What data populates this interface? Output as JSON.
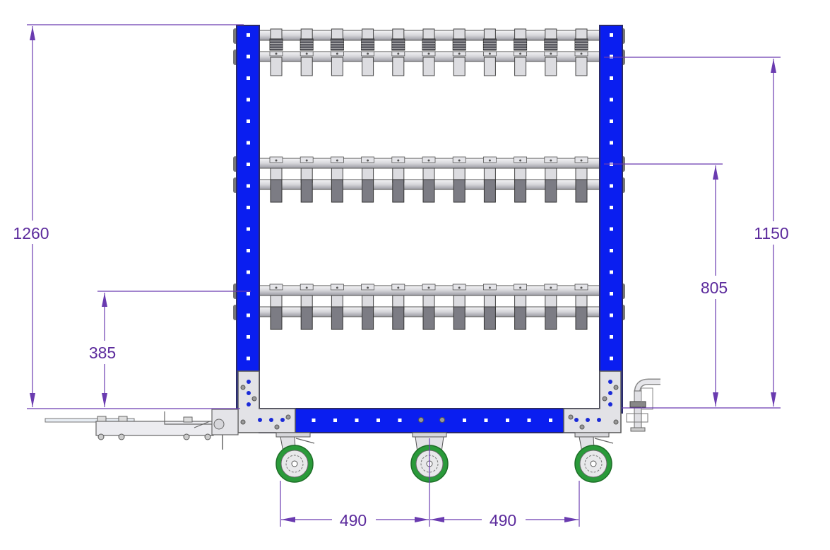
{
  "drawing": {
    "view": "front elevation",
    "units": "mm",
    "colors": {
      "frame": "#0a1ef0",
      "frame_edge": "#2a2a6a",
      "dimension": "#6a3bb0",
      "dimension_text": "#5b2a9c",
      "wheel": "#2a9a3a",
      "steel": "#d8d8dc",
      "holder_dark": "#7c7c84",
      "holder_light": "#dcdce0"
    },
    "dimensions": {
      "overall_height": "1260",
      "bottom_shelf_height": "385",
      "middle_shelf_height": "805",
      "top_shelf_height": "1150",
      "caster_spacing_left": "490",
      "caster_spacing_right": "490"
    },
    "shelf_levels": 3,
    "holders_per_shelf": 11,
    "casters": 3,
    "components": {
      "left": "tow bar / coupling",
      "right": "hitch pin"
    }
  }
}
